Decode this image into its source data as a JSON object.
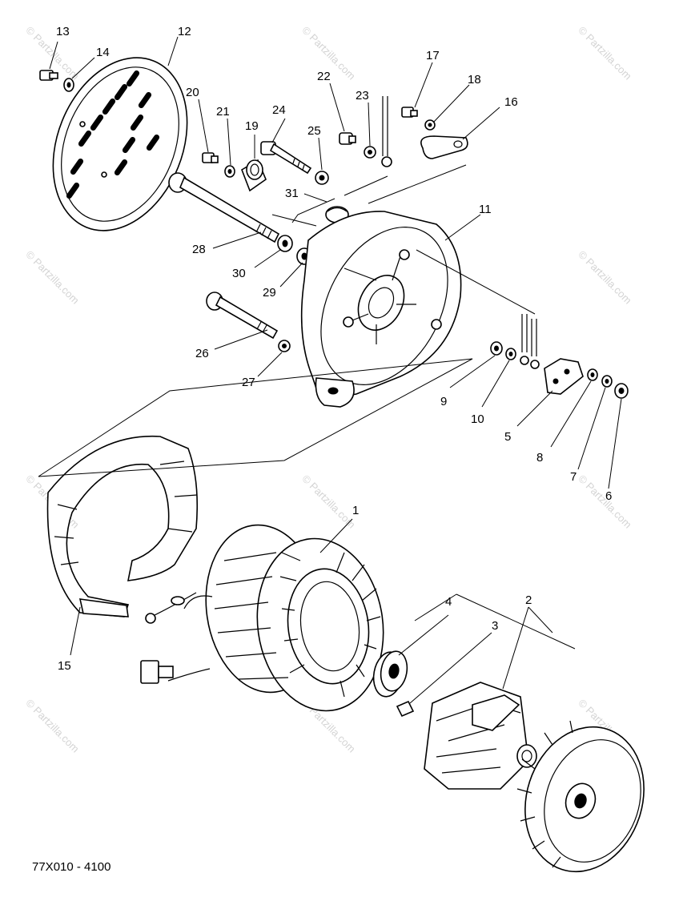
{
  "diagram": {
    "drawing_code": "77X010 - 4100",
    "watermark": "© Partzilla.com",
    "callouts": [
      {
        "id": "13",
        "text": "13"
      },
      {
        "id": "14",
        "text": "14"
      },
      {
        "id": "12",
        "text": "12"
      },
      {
        "id": "20",
        "text": "20"
      },
      {
        "id": "21",
        "text": "21"
      },
      {
        "id": "19",
        "text": "19"
      },
      {
        "id": "24",
        "text": "24"
      },
      {
        "id": "25",
        "text": "25"
      },
      {
        "id": "22",
        "text": "22"
      },
      {
        "id": "23",
        "text": "23"
      },
      {
        "id": "17",
        "text": "17"
      },
      {
        "id": "18",
        "text": "18"
      },
      {
        "id": "16",
        "text": "16"
      },
      {
        "id": "31",
        "text": "31"
      },
      {
        "id": "11",
        "text": "11"
      },
      {
        "id": "28",
        "text": "28"
      },
      {
        "id": "30",
        "text": "30"
      },
      {
        "id": "29",
        "text": "29"
      },
      {
        "id": "26",
        "text": "26"
      },
      {
        "id": "27",
        "text": "27"
      },
      {
        "id": "9",
        "text": "9"
      },
      {
        "id": "10",
        "text": "10"
      },
      {
        "id": "5",
        "text": "5"
      },
      {
        "id": "8",
        "text": "8"
      },
      {
        "id": "7",
        "text": "7"
      },
      {
        "id": "6",
        "text": "6"
      },
      {
        "id": "1",
        "text": "1"
      },
      {
        "id": "4",
        "text": "4"
      },
      {
        "id": "2",
        "text": "2"
      },
      {
        "id": "3",
        "text": "3"
      },
      {
        "id": "15",
        "text": "15"
      }
    ]
  }
}
